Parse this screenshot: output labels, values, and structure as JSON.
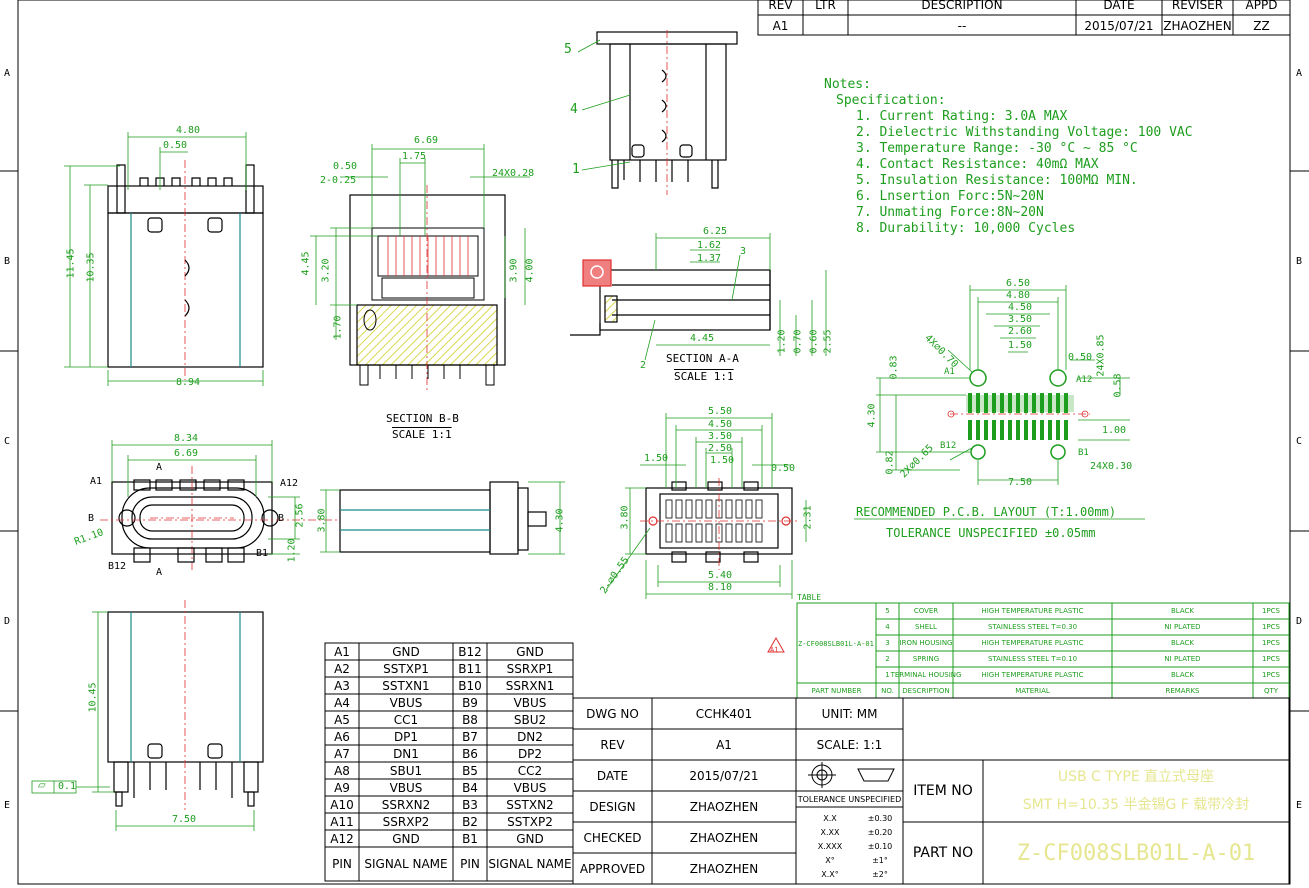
{
  "revision_block": {
    "headers": [
      "REV",
      "LTR",
      "DESCRIPTION",
      "DATE",
      "REVISER",
      "APPD"
    ],
    "row": [
      "A1",
      "",
      "--",
      "2015/07/21",
      "ZHAOZHEN",
      "ZZ"
    ]
  },
  "border_letters": [
    "A",
    "B",
    "C",
    "D",
    "E"
  ],
  "notes": {
    "heading": "Notes:",
    "subheading": "Specification:",
    "items": [
      "1. Current Rating: 3.0A MAX",
      "2. Dielectric Withstanding Voltage: 100 VAC",
      "3. Temperature Range: -30 °C ~ 85 °C",
      "4. Contact Resistance: 40mΩ MAX",
      "5. Insulation Resistance: 100MΩ MIN.",
      "6. Lnsertion Forc:5N~20N",
      "7. Unmating Force:8N~20N",
      "8. Durability: 10,000 Cycles"
    ]
  },
  "views": {
    "section_bb": {
      "title": "SECTION B-B",
      "scale": "SCALE 1:1"
    },
    "section_aa": {
      "title": "SECTION A-A",
      "scale": "SCALE 1:1"
    },
    "pcb_title": "RECOMMENDED  P.C.B. LAYOUT (T:1.00mm)",
    "tolerance_note": "TOLERANCE UNSPECIFIED ±0.05mm"
  },
  "dimensions": {
    "front_top": [
      "4.80",
      "0.50",
      "11.45",
      "10.35",
      "8.94"
    ],
    "section_bb": [
      "6.69",
      "0.50",
      "1.75",
      "2-0.25",
      "24X0.28",
      "4.45",
      "3.20",
      "3.90",
      "4.00",
      "1.70"
    ],
    "side_top": [
      "5",
      "4",
      "1"
    ],
    "section_aa": [
      "6.25",
      "1.62",
      "1.37",
      "3",
      "1.20",
      "0.70",
      "0.60",
      "2.55",
      "4.45",
      "2"
    ],
    "pcb": [
      "6.50",
      "4.80",
      "4.50",
      "3.50",
      "2.60",
      "1.50",
      "0.50",
      "4X∅0.70",
      "24X0.85",
      "0.83",
      "0.58",
      "4.30",
      "1.00",
      "0.82",
      "2X∅0.65",
      "7.50",
      "24X0.30",
      "A1",
      "A12",
      "B12",
      "B1"
    ],
    "bottom_left": [
      "8.34",
      "6.69",
      "A",
      "A1",
      "A12",
      "B",
      "B",
      "2.56",
      "R1.10",
      "1.20",
      "B12",
      "B1",
      "A"
    ],
    "side_middle": [
      "3.80",
      "4.30"
    ],
    "bottom_middle": [
      "5.50",
      "4.50",
      "3.50",
      "2.50",
      "1.50",
      "1.50",
      "0.50",
      "3.80",
      "2.31",
      "2-∅0.55",
      "5.40",
      "8.10"
    ],
    "front_bottom": [
      "10.45",
      "7.50",
      "0.1"
    ]
  },
  "pin_table": {
    "rows": [
      [
        "A1",
        "GND",
        "B12",
        "GND"
      ],
      [
        "A2",
        "SSTXP1",
        "B11",
        "SSRXP1"
      ],
      [
        "A3",
        "SSTXN1",
        "B10",
        "SSRXN1"
      ],
      [
        "A4",
        "VBUS",
        "B9",
        "VBUS"
      ],
      [
        "A5",
        "CC1",
        "B8",
        "SBU2"
      ],
      [
        "A6",
        "DP1",
        "B7",
        "DN2"
      ],
      [
        "A7",
        "DN1",
        "B6",
        "DP2"
      ],
      [
        "A8",
        "SBU1",
        "B5",
        "CC2"
      ],
      [
        "A9",
        "VBUS",
        "B4",
        "VBUS"
      ],
      [
        "A10",
        "SSRXN2",
        "B3",
        "SSTXN2"
      ],
      [
        "A11",
        "SSRXP2",
        "B2",
        "SSTXP2"
      ],
      [
        "A12",
        "GND",
        "B1",
        "GND"
      ]
    ],
    "footer": [
      "PIN",
      "SIGNAL NAME",
      "PIN",
      "SIGNAL NAME"
    ]
  },
  "bom": {
    "label": "TABLE",
    "part_number_vertical": "Z-CF008SLB01L-A-01",
    "rows": [
      [
        "5",
        "COVER",
        "HIGH TEMPERATURE PLASTIC",
        "BLACK",
        "1PCS"
      ],
      [
        "4",
        "SHELL",
        "STAINLESS STEEL T=0.30",
        "NI PLATED",
        "1PCS"
      ],
      [
        "3",
        "IRON HOUSING",
        "HIGH TEMPERATURE PLASTIC",
        "BLACK",
        "1PCS"
      ],
      [
        "2",
        "SPRING",
        "STAINLESS STEEL T=0.10",
        "NI PLATED",
        "1PCS"
      ],
      [
        "1",
        "TERMINAL HOUSING",
        "HIGH TEMPERATURE PLASTIC",
        "BLACK",
        "1PCS"
      ]
    ],
    "header": [
      "PART NUMBER",
      "NO.",
      "DESCRIPTION",
      "MATERIAL",
      "REMARKS",
      "QTY"
    ]
  },
  "title_block": {
    "dwg_no_label": "DWG NO",
    "dwg_no": "CCHK401",
    "unit": "UNIT: MM",
    "rev_label": "REV",
    "rev": "A1",
    "scale": "SCALE: 1:1",
    "date_label": "DATE",
    "date": "2015/07/21",
    "design_label": "DESIGN",
    "design": "ZHAOZHEN",
    "checked_label": "CHECKED",
    "checked": "ZHAOZHEN",
    "approved_label": "APPROVED",
    "approved": "ZHAOZHEN",
    "tolerance_label": "TOLERANCE UNSPECIFIED",
    "tolerance_rows": [
      [
        "X.X",
        "±0.30"
      ],
      [
        "X.XX",
        "±0.20"
      ],
      [
        "X.XXX",
        "±0.10"
      ],
      [
        "X°",
        "±1°"
      ],
      [
        "X.X°",
        "±2°"
      ]
    ],
    "item_no_label": "ITEM NO",
    "item_line1": "USB C TYPE 直立式母座",
    "item_line2": "SMT H=10.35 半金锡G F 载带冷封",
    "part_no_label": "PART NO",
    "part_no": "Z-CF008SLB01L-A-01"
  },
  "colors": {
    "line": "#000000",
    "dimension": "#1e9e1e",
    "centerline": "#1a8a8a",
    "hatch": "#d8d850",
    "marker": "#e03030",
    "item_text": "#e6e690"
  }
}
